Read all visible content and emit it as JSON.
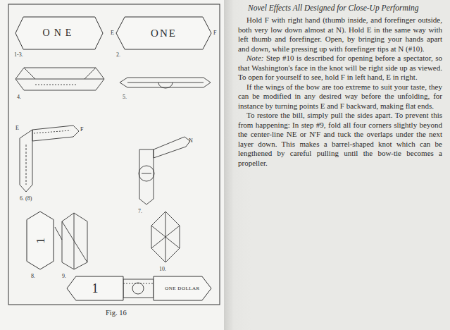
{
  "diagram": {
    "caption": "Fig. 16",
    "nodes": [
      {
        "text": [
          "ONE"
        ]
      },
      {
        "text": [
          "ONE"
        ]
      },
      {
        "text": [
          "1"
        ]
      },
      {
        "text": [
          "1"
        ]
      },
      {
        "text": [
          "ONE DOLLAR"
        ]
      }
    ],
    "labels": [
      "1-3.",
      "2.",
      "4.",
      "5.",
      "6. (8)",
      "7.",
      "8.",
      "9.",
      "10.",
      "E",
      "F",
      "E",
      "F",
      "N",
      "Novel Effects All Designed for Close-Up Performing",
      "Hold F with right hand (thumb inside, and forefinger outside, both very low down almost at N). Hold E in the same way with left thumb and forefinger. Open, by bringing your hands apart and down, while pressing up with forefinger tips at N (#10).",
      "Note:",
      "Step #10 is described for opening before a spectator, so that Washington's face in the knot will be right side up as viewed. To open for yourself to see, hold F in left hand, E in right.",
      "If the wings of the bow are too extreme to suit your taste, they can be modified in any desired way before the unfolding, for instance by turning points E and F backward, making flat ends.",
      "To restore the bill, simply pull the sides apart. To prevent this from happening: In step #9, fold all four corners slightly beyond the center-line NE or N'F and tuck the overlaps under the next layer down. This makes a barrel-shaped knot which can be lengthened by careful pulling until the bow-tie becomes a propeller."
    ]
  }
}
